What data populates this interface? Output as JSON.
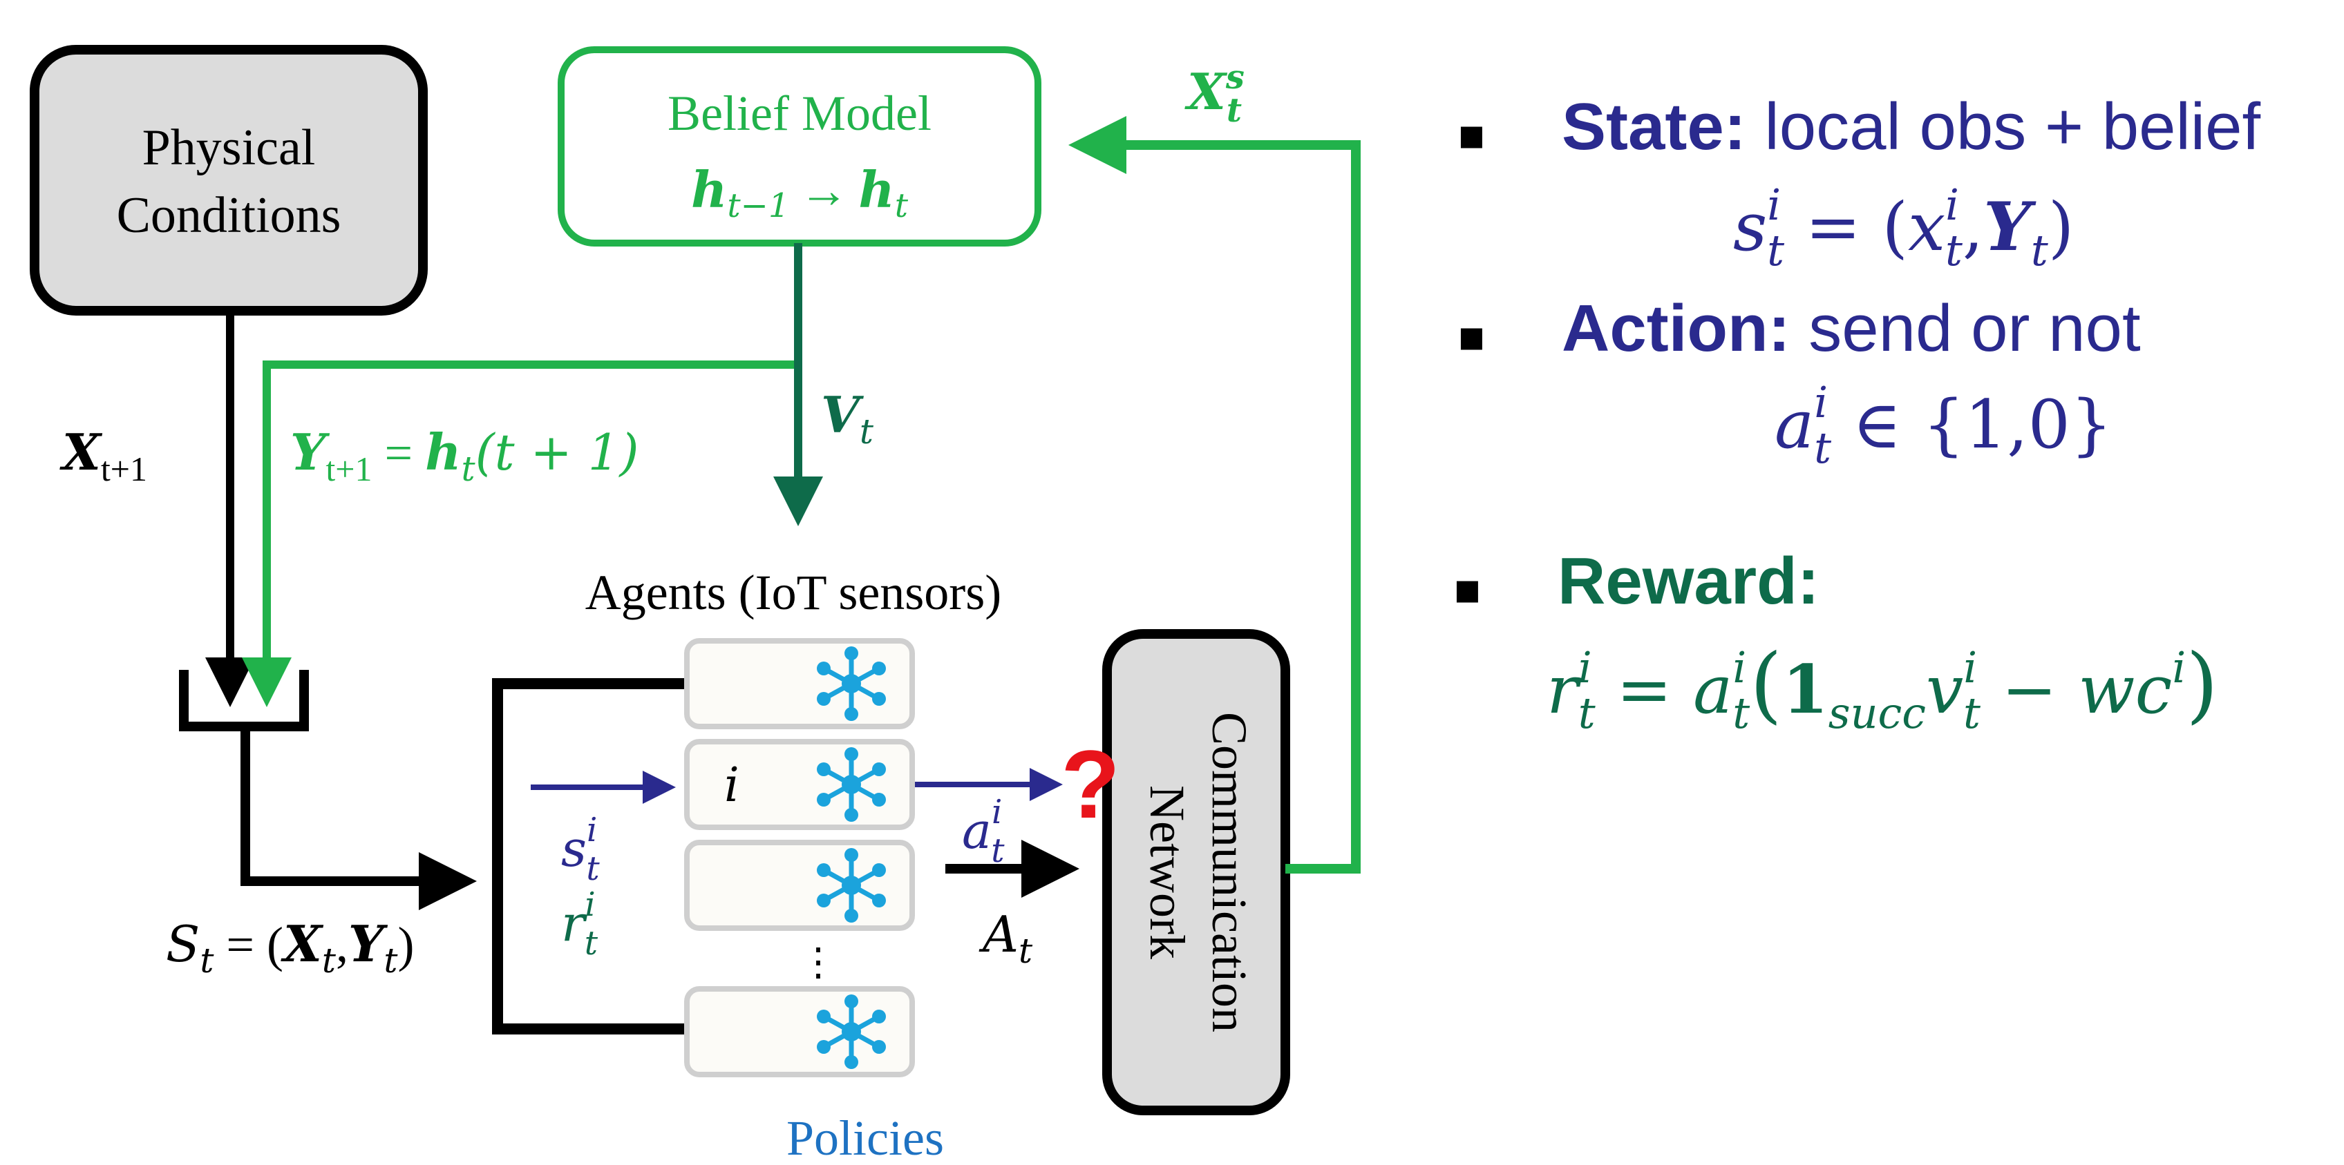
{
  "colors": {
    "black": "#000000",
    "green": "#21B24B",
    "dark_green": "#0E6B4A",
    "navy": "#2A2A8E",
    "policy_blue": "#1E72C2",
    "node_blue": "#1BA3DC",
    "red": "#E8141B",
    "gray_box": "#DCDCDC",
    "policy_border": "#CFCFCF",
    "policy_fill": "#FCFBF7"
  },
  "boxes": {
    "physical": {
      "line1": "Physical",
      "line2": "Conditions"
    },
    "belief": {
      "title": "Belief Model",
      "h_prev": "h",
      "sub_prev": "t−1",
      "arrow": "→",
      "h_next": "h",
      "sub_next": "t"
    },
    "comm": {
      "line1": "Communication",
      "line2": "Network"
    }
  },
  "labels": {
    "x_t1": {
      "base": "X",
      "sub": "t+1"
    },
    "y_t1": {
      "base": "Y",
      "sub": "t+1",
      "eq": " = ",
      "h": "h",
      "h_sub": "t",
      "arg": "(t + 1)"
    },
    "v_t": {
      "base": "V",
      "sub": "t"
    },
    "x_ts": {
      "base": "X",
      "sup": "s",
      "sub": "t"
    },
    "s_t_state": {
      "S": "S",
      "sub": "t",
      "eq": " = (",
      "X": "X",
      "xsub": "t",
      "comma": ",",
      "Y": "Y",
      "ysub": "t",
      "close": ")"
    },
    "agents": "Agents (IoT sensors)",
    "policies": "Policies",
    "agent_i": "i",
    "dots": "⋮",
    "question": "?",
    "s_ti": {
      "base": "s",
      "sup": "i",
      "sub": "t"
    },
    "r_ti": {
      "base": "r",
      "sup": "i",
      "sub": "t"
    },
    "a_ti": {
      "base": "a",
      "sup": "i",
      "sub": "t"
    },
    "A_t": {
      "base": "A",
      "sub": "t"
    }
  },
  "panel": {
    "bullet": "■",
    "state": {
      "label": "State:",
      "text": " local obs + belief",
      "f_s": "s",
      "f_s_sup": "i",
      "f_s_sub": "t",
      "f_eq": " = (",
      "f_x": "x",
      "f_x_sup": "i",
      "f_x_sub": "t",
      "f_comma": ",",
      "f_Y": "Y",
      "f_Y_sub": "t",
      "f_close": ")"
    },
    "action": {
      "label": "Action:",
      "text": " send or not",
      "f_a": "a",
      "f_a_sup": "i",
      "f_a_sub": "t",
      "f_rest": " ∈ {1,0}"
    },
    "reward": {
      "label": "Reward:",
      "f_r": "r",
      "f_r_sup": "i",
      "f_r_sub": "t",
      "f_eq": " = ",
      "f_a": "a",
      "f_a_sup": "i",
      "f_a_sub": "t",
      "f_open": "(",
      "f_one": "1",
      "f_one_sub": "succ",
      "f_v": "v",
      "f_v_sup": "i",
      "f_v_sub": "t",
      "f_minus": " − ",
      "f_wc": "wc",
      "f_wc_sup": "i",
      "f_close": ")"
    }
  }
}
